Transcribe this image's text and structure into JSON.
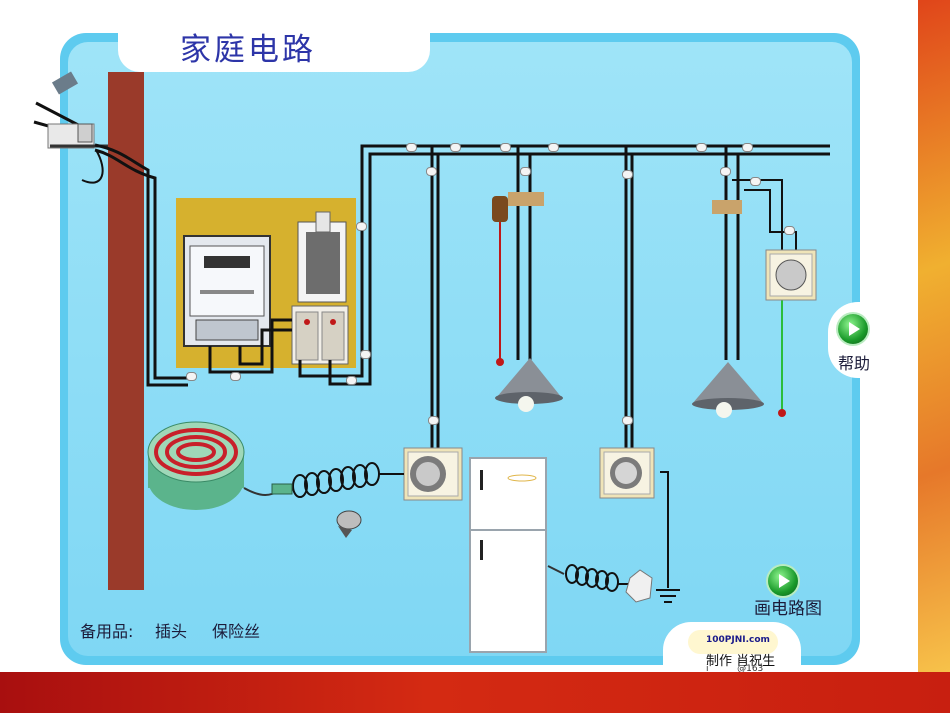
{
  "page": {
    "title": "家庭电路",
    "help_label": "帮助",
    "draw_circuit_label": "画电路图",
    "spare_parts_label": "备用品:",
    "spare_items": [
      "插头",
      "保险丝"
    ],
    "credit_logo": "100PJNI.com",
    "credit_text": "制作  肖祝生",
    "credit_sub": "i          @163"
  },
  "colors": {
    "panel": "#5ecbef",
    "title_text": "#2d35a8",
    "wire": "#141414",
    "meter_box": "#d6b12e",
    "pole_brick": "#9a3a2a",
    "bottom_band": "#c81f10"
  },
  "icons": {
    "help": "play-circle-icon",
    "draw_circuit": "play-circle-icon"
  }
}
